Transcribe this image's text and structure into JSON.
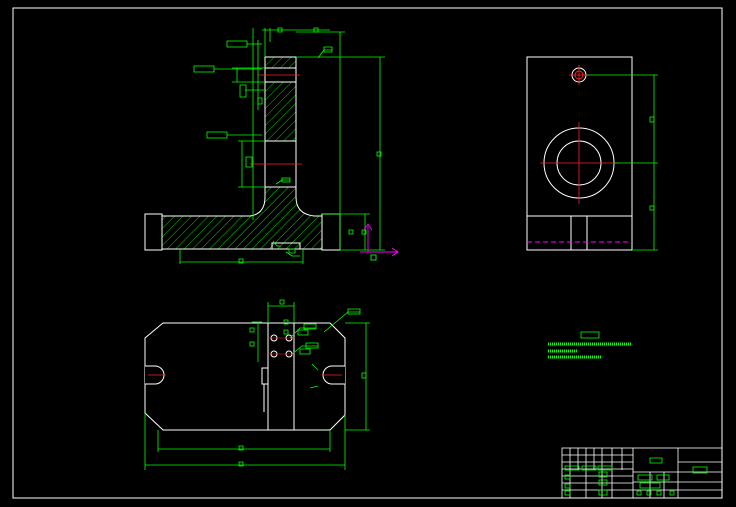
{
  "viewport": {
    "background": "#000000",
    "colors": {
      "outline": "#ffffff",
      "dimension": "#00ff00",
      "centerline": "#ff2020",
      "hatch": "#00ff00",
      "magenta": "#ff00ff",
      "annotation": "#00ff00"
    }
  },
  "drawing": {
    "views": [
      "front-section-view",
      "side-view",
      "top-view"
    ],
    "technical_notes": {
      "lines": 3
    },
    "title_block": {
      "rows": 7,
      "cols": 9
    }
  },
  "icons": {
    "roughness": "roughness-symbol-icon",
    "tolerance": "tolerance-frame-icon"
  }
}
